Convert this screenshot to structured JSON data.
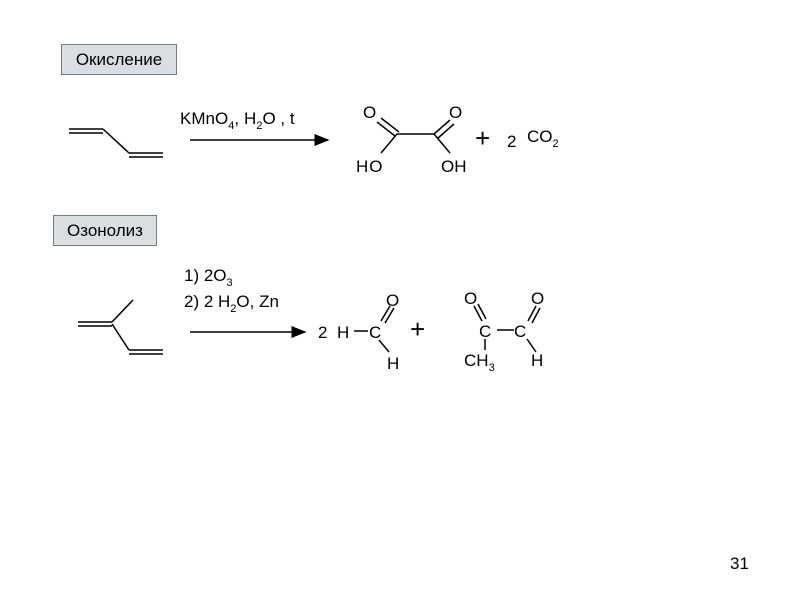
{
  "slide": {
    "page_number": "31"
  },
  "section_oxidation": {
    "title": "Окисление",
    "reagents": {
      "kmno": "KMnO",
      "kmno_sub": "4",
      "comma1": ",",
      "h": "H",
      "h_sub": "2",
      "o_t": "O , t"
    },
    "product_acid": {
      "o_left": "O",
      "o_right": "O",
      "ho": "HO",
      "oh": "OH"
    },
    "plus": "+",
    "co2": {
      "coef": "2",
      "formula": "CO",
      "sub": "2"
    }
  },
  "section_ozonolysis": {
    "title": "Озонолиз",
    "reagent_line1": {
      "text": "1) 2O",
      "sub": "3"
    },
    "reagent_line2": {
      "text_a": "2) 2 H",
      "sub": "2",
      "text_b": "O, Zn"
    },
    "formaldehyde": {
      "coef": "2",
      "h_left": "H",
      "c": "C",
      "o": "O",
      "h_bottom": "H"
    },
    "plus": "+",
    "methylglyoxal": {
      "o_left": "O",
      "o_right": "O",
      "c_left": "C",
      "c_right": "C",
      "ch": "CH",
      "ch_sub": "3",
      "h": "H"
    }
  }
}
